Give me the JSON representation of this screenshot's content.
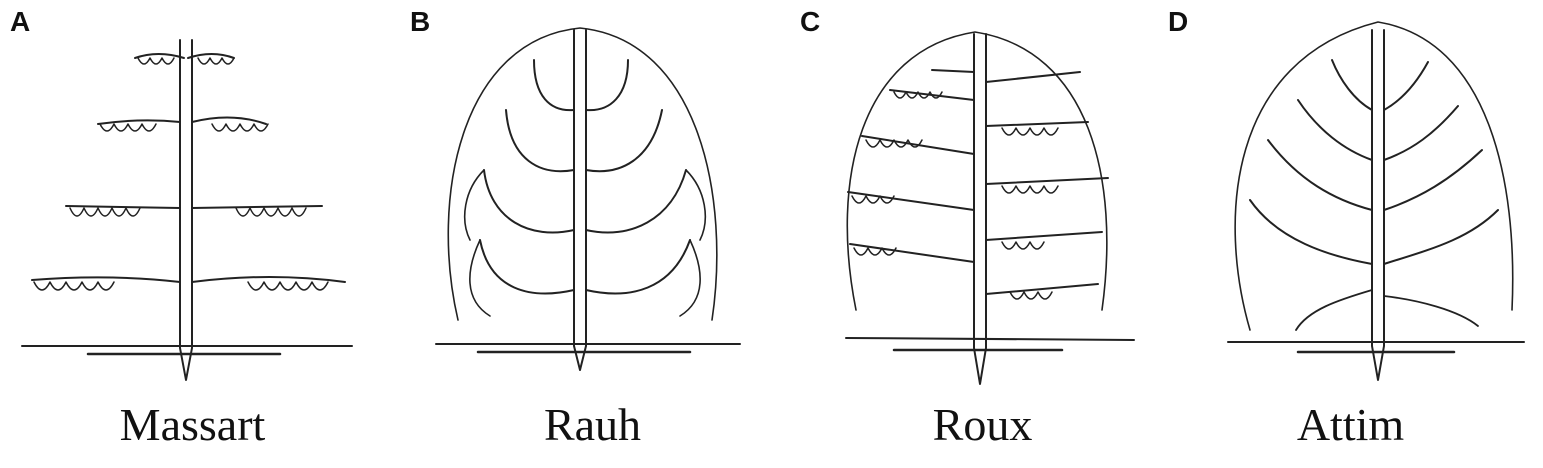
{
  "figure": {
    "panels": [
      {
        "letter": "A",
        "caption": "Massart"
      },
      {
        "letter": "B",
        "caption": "Rauh"
      },
      {
        "letter": "C",
        "caption": "Roux"
      },
      {
        "letter": "D",
        "caption": "Attim"
      }
    ]
  }
}
